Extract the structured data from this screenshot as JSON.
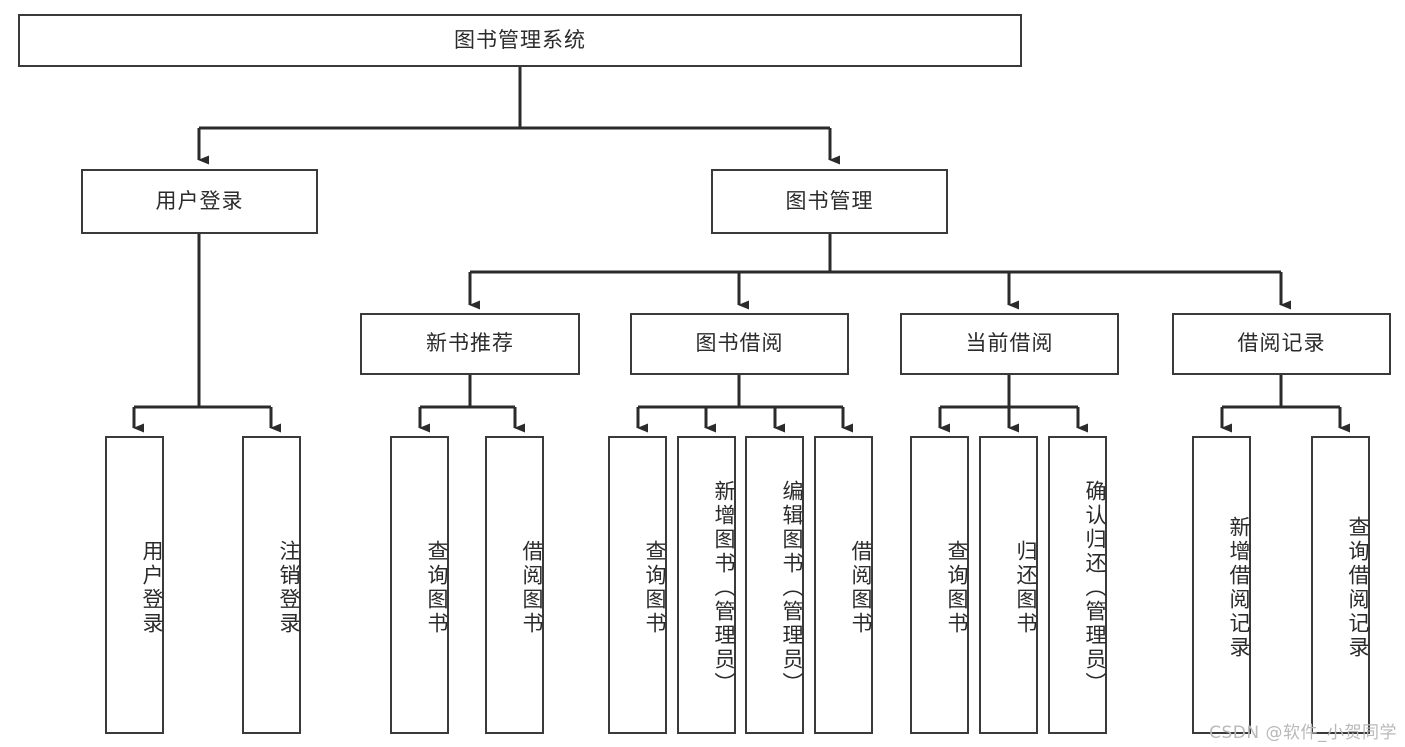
{
  "diagram": {
    "type": "tree",
    "title": "图书管理系统",
    "orientation": "top-down",
    "colors": {
      "box_border": "#3a3a3a",
      "box_fill": "#ffffff",
      "edge": "#2b2b2b",
      "text": "#2b2b2b",
      "watermark": "#b9b9b9",
      "background": "#ffffff"
    }
  },
  "root": {
    "label": "图书管理系统"
  },
  "level2": [
    {
      "label": "用户登录"
    },
    {
      "label": "图书管理"
    }
  ],
  "level3": [
    {
      "label": "新书推荐"
    },
    {
      "label": "图书借阅"
    },
    {
      "label": "当前借阅"
    },
    {
      "label": "借阅记录"
    }
  ],
  "leaves": {
    "user_login": [
      {
        "label": "用户登录"
      },
      {
        "label": "注销登录"
      }
    ],
    "new_book_recommend": [
      {
        "label": "查询图书"
      },
      {
        "label": "借阅图书"
      }
    ],
    "book_borrow": [
      {
        "label": "查询图书"
      },
      {
        "label": "新增图书（管理员）"
      },
      {
        "label": "编辑图书（管理员）"
      },
      {
        "label": "借阅图书"
      }
    ],
    "current_borrow": [
      {
        "label": "查询图书"
      },
      {
        "label": "归还图书"
      },
      {
        "label": "确认归还（管理员）"
      }
    ],
    "borrow_record": [
      {
        "label": "新增借阅记录"
      },
      {
        "label": "查询借阅记录"
      }
    ]
  },
  "watermark": {
    "text": "CSDN @软件_小贺同学"
  }
}
